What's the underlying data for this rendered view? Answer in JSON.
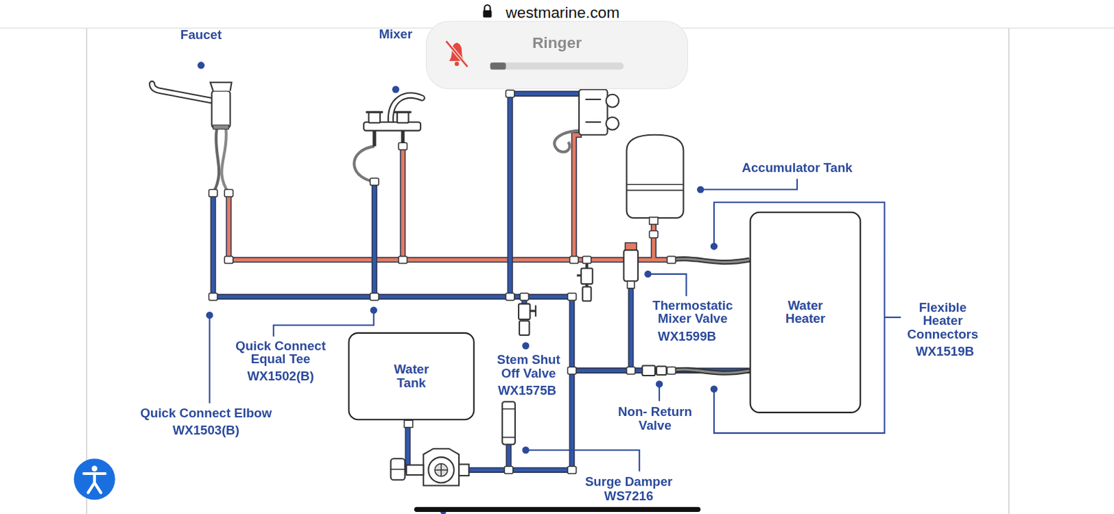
{
  "diagram": {
    "nodes": [
      {
        "text": [
          "Water Tank"
        ]
      },
      {
        "text": [
          "Water Heater"
        ]
      }
    ],
    "edges": [
      {
        "from": 0,
        "to": 1,
        "arrow": "none"
      }
    ],
    "labels": [
      "westmarine.com",
      "Faucet",
      "Mixer",
      "Ringer",
      "Accumulator Tank",
      "Thermostatic Mixer Valve",
      "WX1599B",
      "Flexible Heater Connectors",
      "WX1519B",
      "Quick Connect Equal Tee",
      "WX1502(B)",
      "Stem Shut Off Valve",
      "WX1575B",
      "Quick Connect Elbow",
      "WX1503(B)",
      "Non- Return Valve",
      "Surge Damper",
      "WS7216"
    ]
  }
}
